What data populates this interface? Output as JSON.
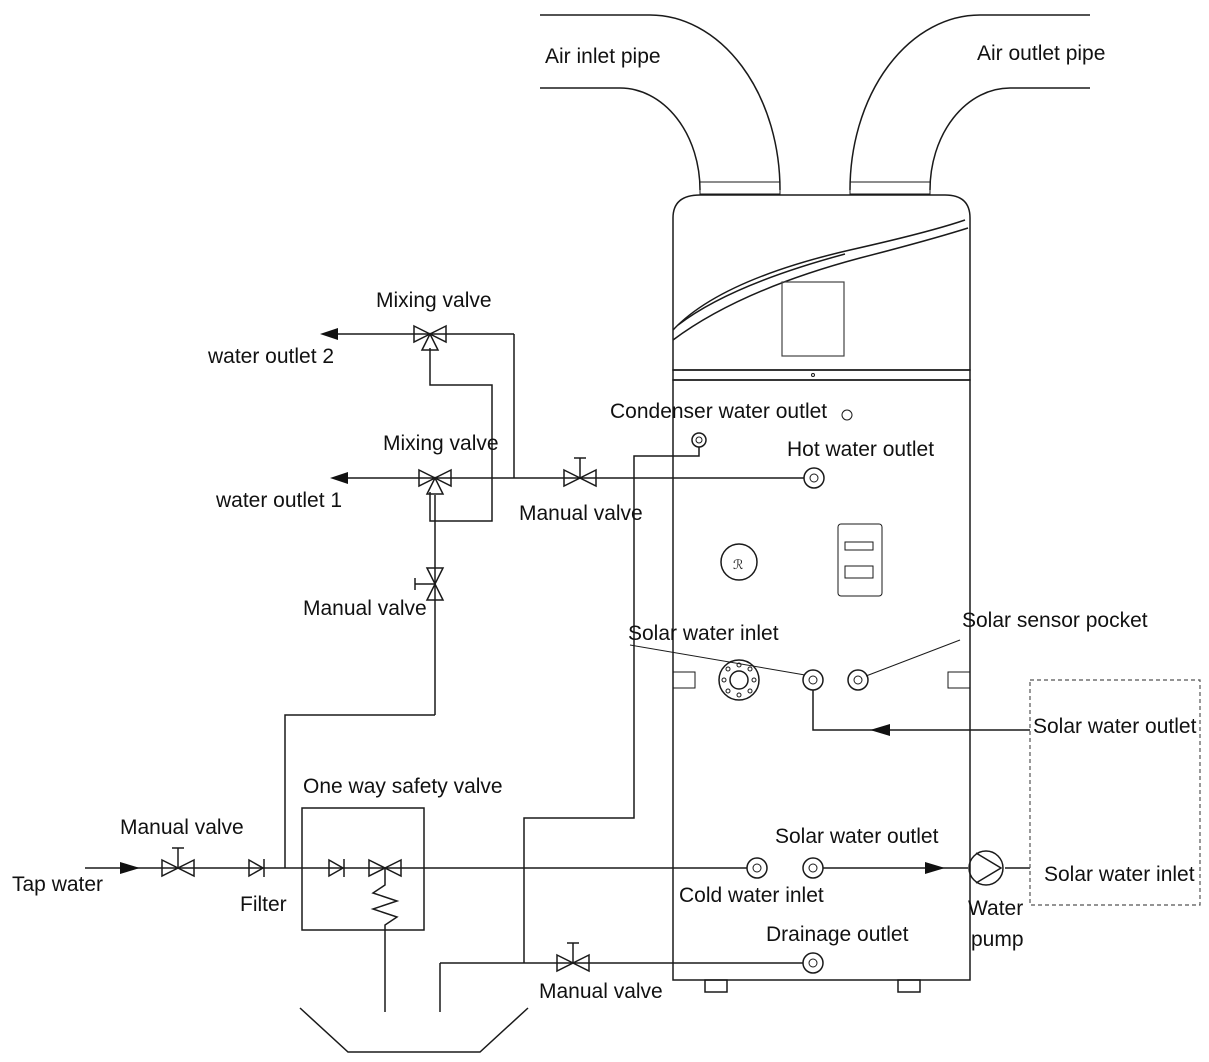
{
  "labels": {
    "air_inlet_pipe": "Air inlet pipe",
    "air_outlet_pipe": "Air outlet pipe",
    "mixing_valve_top": "Mixing valve",
    "water_outlet_2": "water outlet 2",
    "condenser_water_outlet": "Condenser water outlet",
    "hot_water_outlet": "Hot water outlet",
    "mixing_valve_mid": "Mixing valve",
    "water_outlet_1": "water outlet 1",
    "manual_valve_mid": "Manual valve",
    "manual_valve_left": "Manual valve",
    "solar_water_inlet_tank": "Solar water inlet",
    "solar_sensor_pocket": "Solar sensor pocket",
    "solar_water_outlet_right": "Solar water outlet",
    "one_way_safety_valve": "One way safety valve",
    "manual_valve_tap": "Manual valve",
    "solar_water_outlet_tank": "Solar water outlet",
    "tap_water": "Tap water",
    "filter": "Filter",
    "cold_water_inlet": "Cold water inlet",
    "solar_water_inlet_right": "Solar water inlet",
    "water_pump_line1": "Water",
    "water_pump_line2": "pump",
    "drainage_outlet": "Drainage outlet",
    "manual_valve_drain": "Manual valve"
  },
  "colors": {
    "line": "#1a1a1a",
    "background": "#ffffff"
  }
}
